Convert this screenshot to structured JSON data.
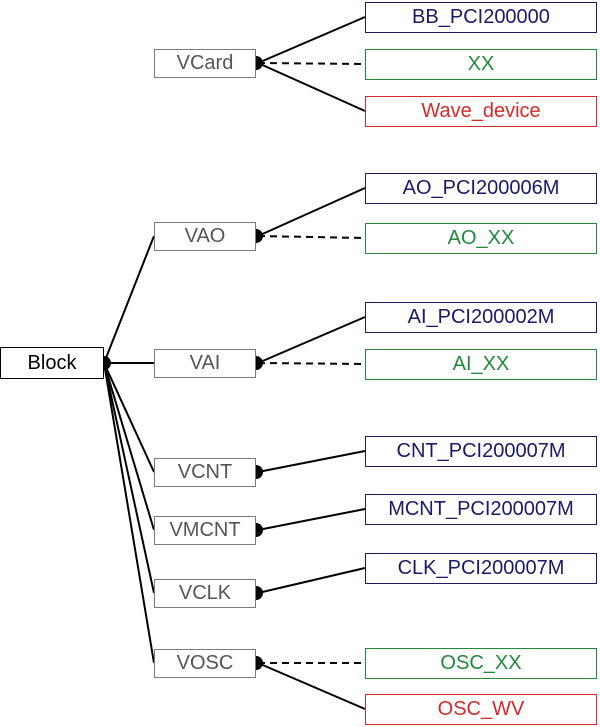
{
  "root": {
    "label": "Block"
  },
  "groups": [
    {
      "key": "vcard",
      "label": "VCard",
      "children": [
        {
          "label": "BB_PCI200000",
          "style": "solid",
          "color": "#1a1a66"
        },
        {
          "label": "XX",
          "style": "dashed",
          "color": "#1f8a3a"
        },
        {
          "label": "Wave_device",
          "style": "solid",
          "color": "#d42a2a"
        }
      ]
    },
    {
      "key": "vao",
      "label": "VAO",
      "children": [
        {
          "label": "AO_PCI200006M",
          "style": "solid",
          "color": "#1a1a66"
        },
        {
          "label": "AO_XX",
          "style": "dashed",
          "color": "#1f8a3a"
        }
      ]
    },
    {
      "key": "vai",
      "label": "VAI",
      "children": [
        {
          "label": "AI_PCI200002M",
          "style": "solid",
          "color": "#1a1a66"
        },
        {
          "label": "AI_XX",
          "style": "dashed",
          "color": "#1f8a3a"
        }
      ]
    },
    {
      "key": "vcnt",
      "label": "VCNT",
      "children": [
        {
          "label": "CNT_PCI200007M",
          "style": "solid",
          "color": "#1a1a66"
        }
      ]
    },
    {
      "key": "vmcnt",
      "label": "VMCNT",
      "children": [
        {
          "label": "MCNT_PCI200007M",
          "style": "solid",
          "color": "#1a1a66"
        }
      ]
    },
    {
      "key": "vclk",
      "label": "VCLK",
      "children": [
        {
          "label": "CLK_PCI200007M",
          "style": "solid",
          "color": "#1a1a66"
        }
      ]
    },
    {
      "key": "vosc",
      "label": "VOSC",
      "children": [
        {
          "label": "OSC_XX",
          "style": "dashed",
          "color": "#1f8a3a"
        },
        {
          "label": "OSC_WV",
          "style": "solid",
          "color": "#d42a2a"
        }
      ]
    }
  ]
}
